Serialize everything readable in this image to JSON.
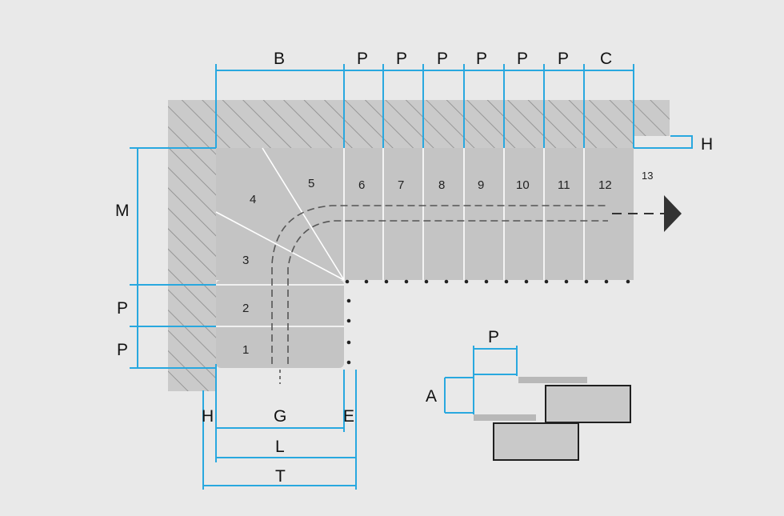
{
  "colors": {
    "background": "#e9e9e9",
    "dimension_lines": "#29a8df",
    "wall": "#c8c8c8",
    "tread": "#c4c4c4",
    "tread_outline": "#ffffff",
    "path": "#555555",
    "tread_detail": "#202020"
  },
  "dimension_labels": {
    "B": "B",
    "P": "P",
    "C": "C",
    "H": "H",
    "M": "M",
    "G": "G",
    "E": "E",
    "L": "L",
    "T": "T",
    "A": "A"
  },
  "step_numbers": [
    "1",
    "2",
    "3",
    "4",
    "5",
    "6",
    "7",
    "8",
    "9",
    "10",
    "11",
    "12",
    "13"
  ]
}
